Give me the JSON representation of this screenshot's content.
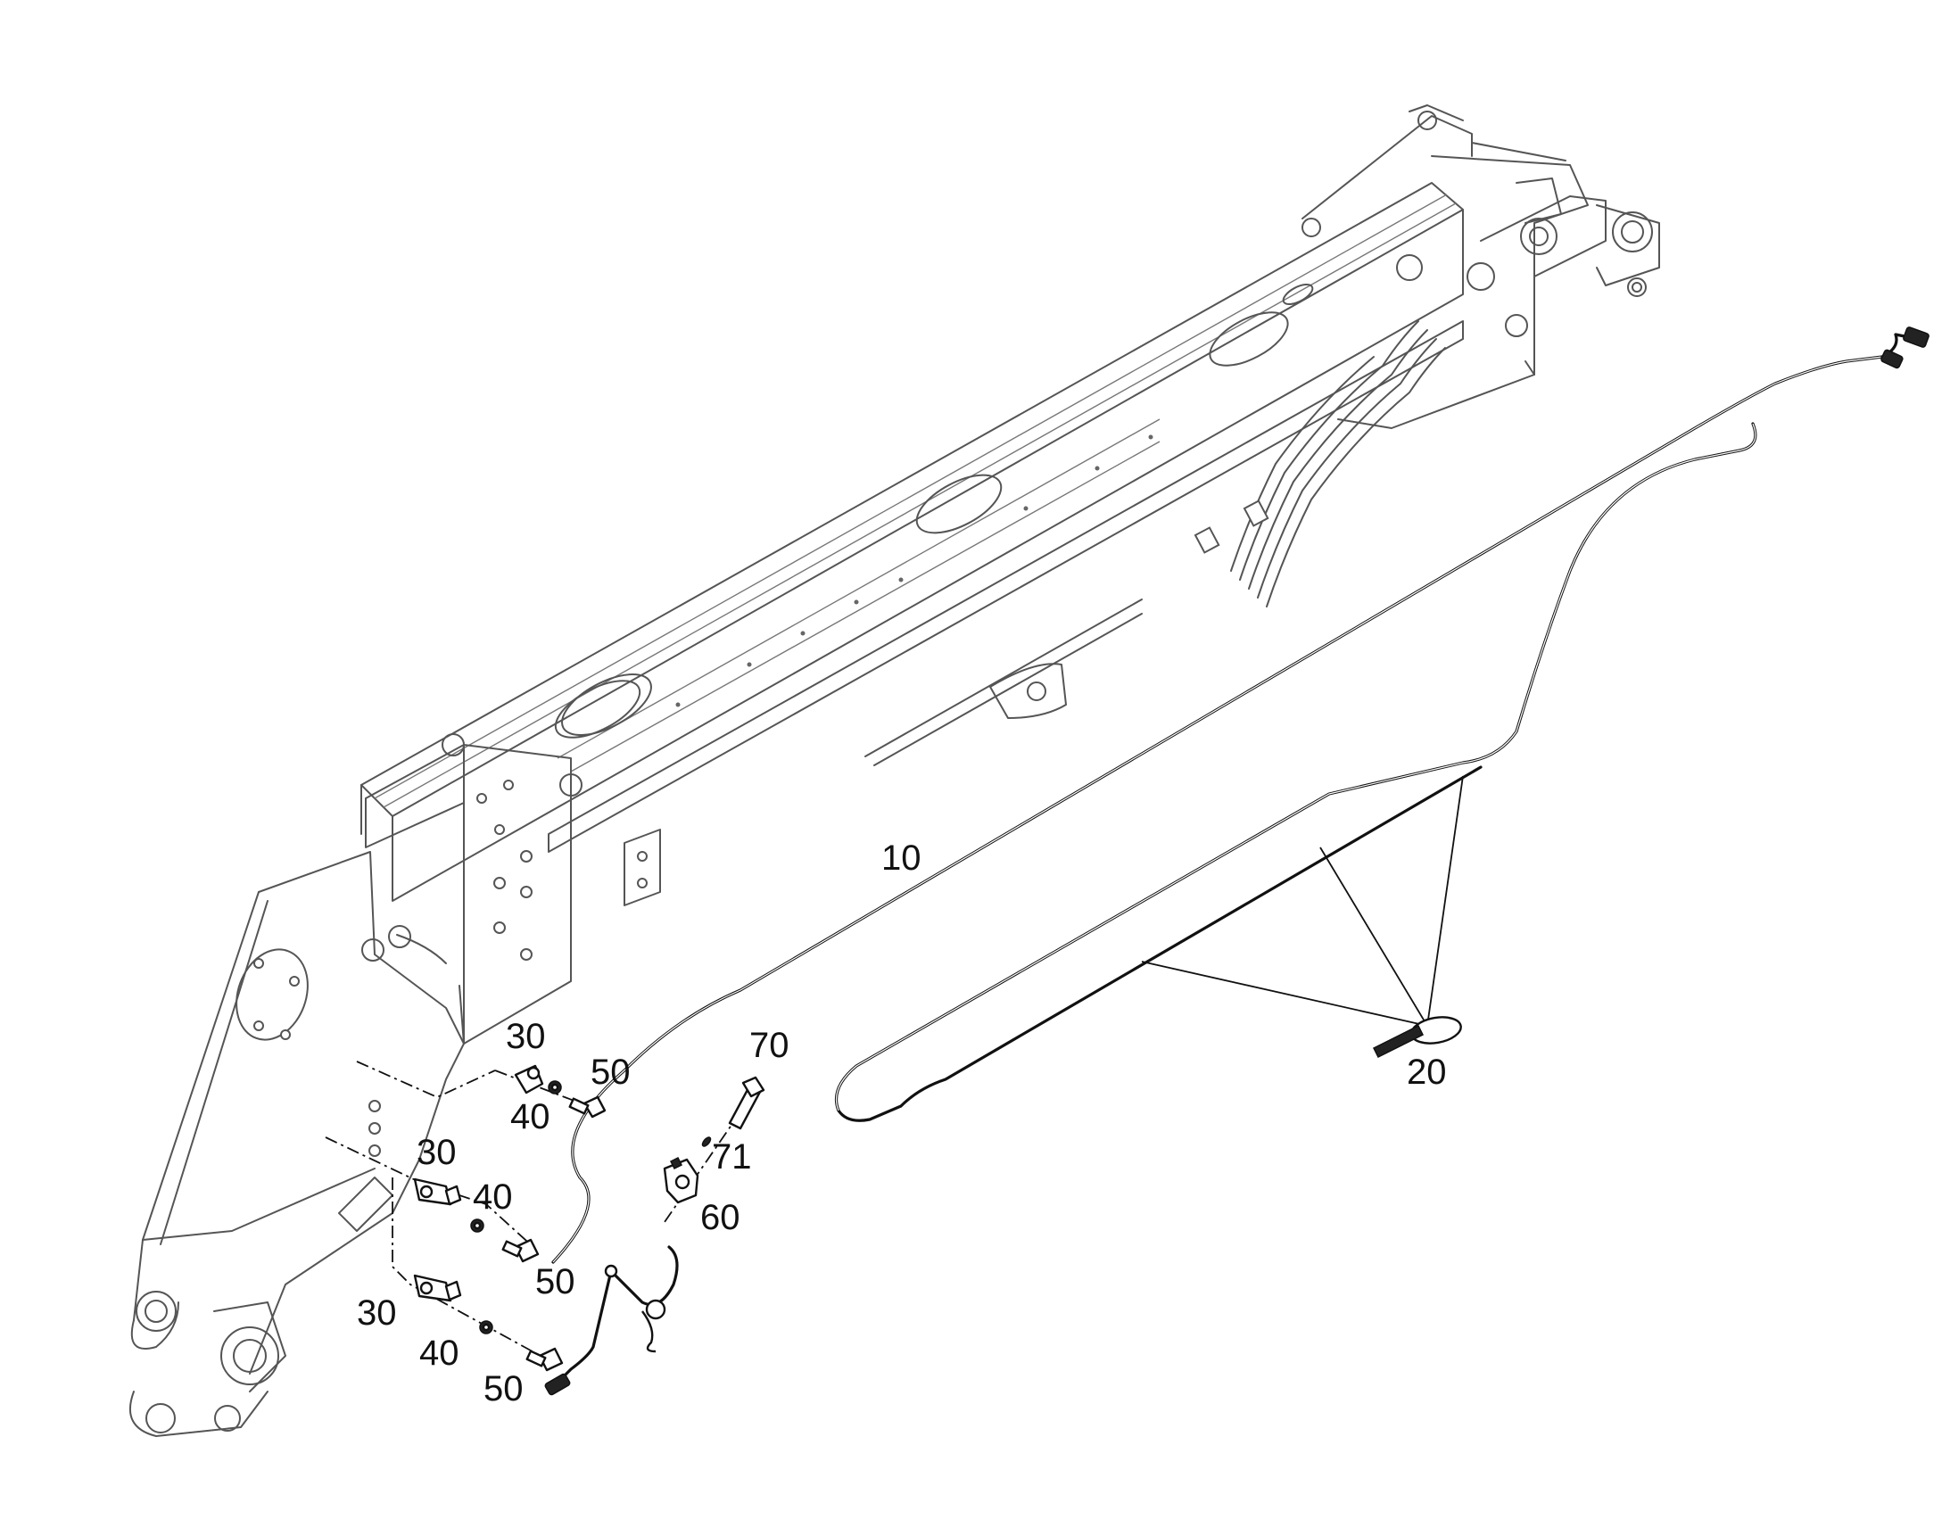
{
  "callouts": {
    "c10": "10",
    "c20": "20",
    "c30a": "30",
    "c30b": "30",
    "c30c": "30",
    "c40a": "40",
    "c40b": "40",
    "c40c": "40",
    "c50a": "50",
    "c50b": "50",
    "c50c": "50",
    "c60": "60",
    "c70": "70",
    "c71": "71"
  }
}
